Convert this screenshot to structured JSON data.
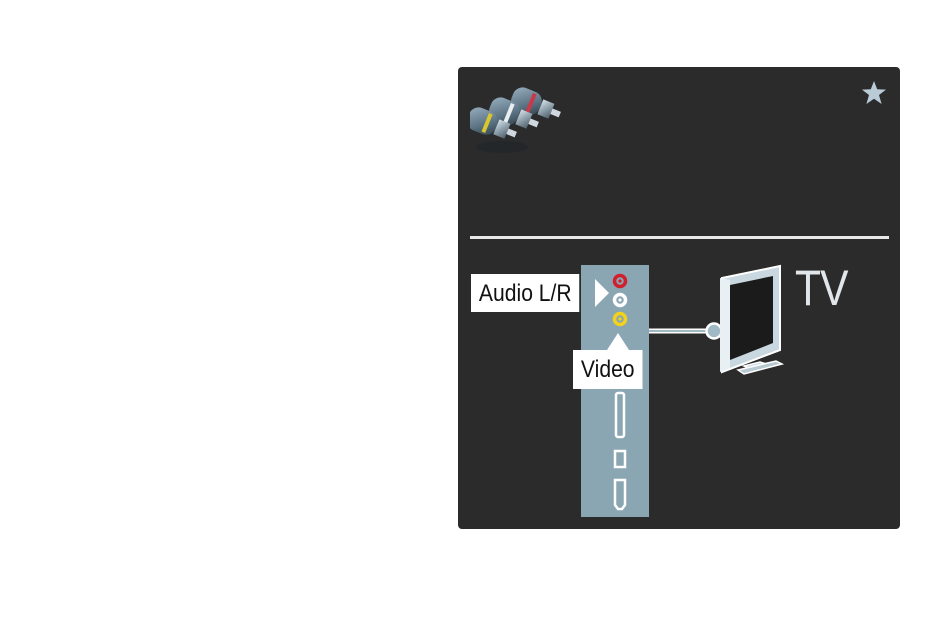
{
  "labels": {
    "audio": "Audio L/R",
    "video": "Video",
    "tv": "TV"
  },
  "icons": {
    "favorite": "star-icon",
    "connectors": "rca-connectors-icon",
    "television": "tv-icon"
  },
  "colors": {
    "panel_background": "#2b2b2b",
    "port_strip": "#8aa6b3",
    "audio_left_port": "#d21f2c",
    "audio_right_port": "#ffffff",
    "video_port": "#f2d21a",
    "cable": "#9fb9c5",
    "star": "#b8cbd6"
  }
}
